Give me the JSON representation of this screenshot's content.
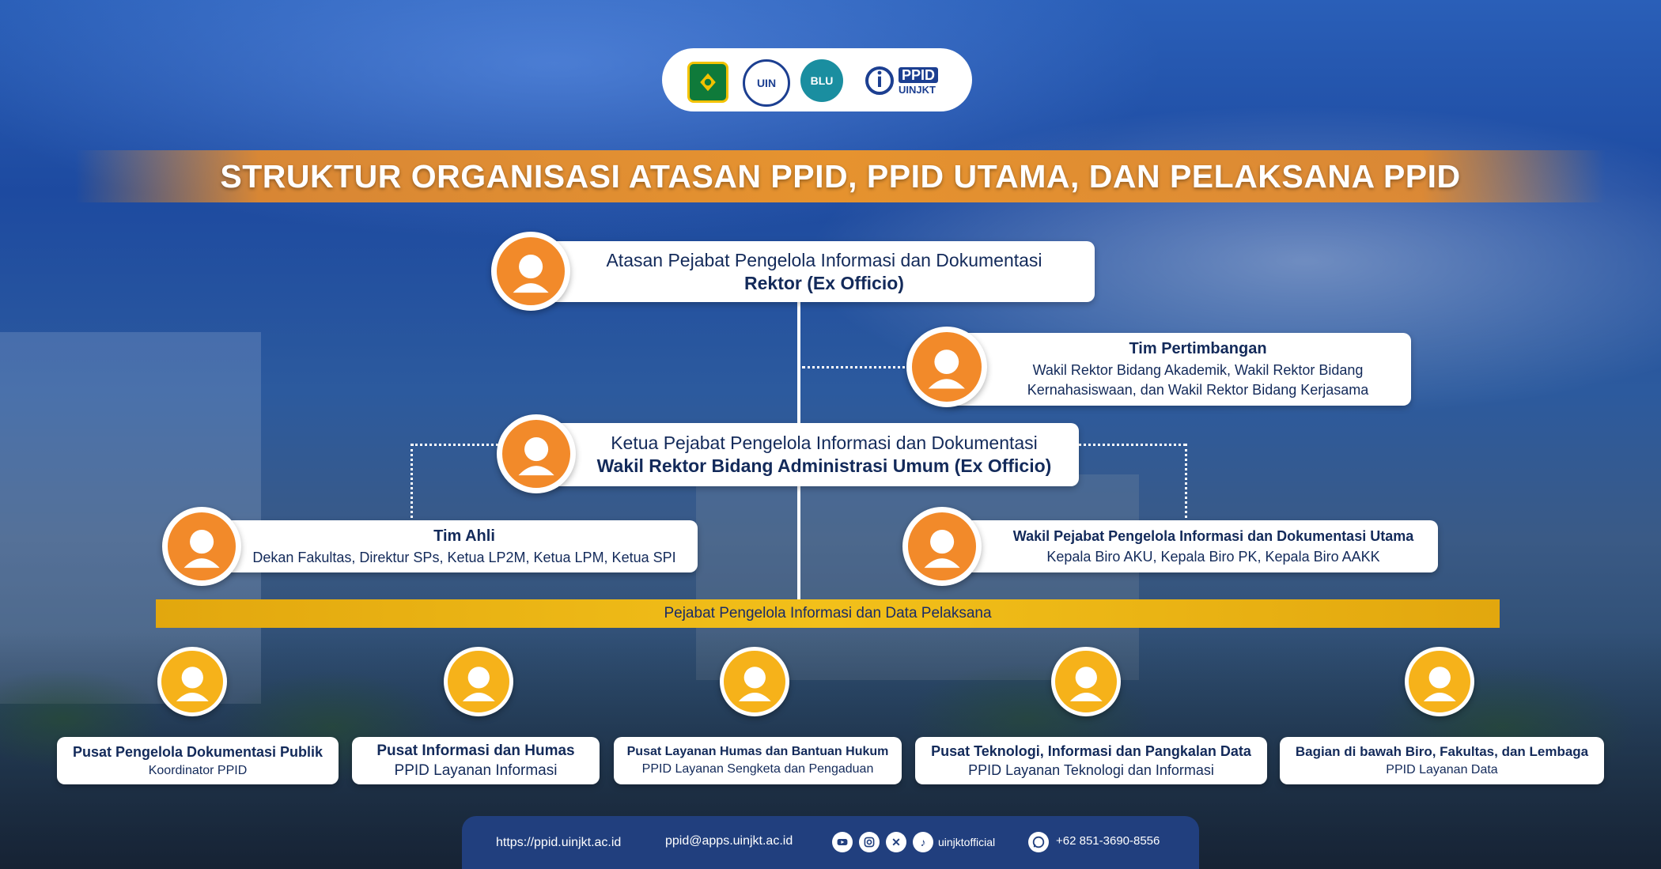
{
  "header": {
    "logos": [
      {
        "name": "kemenag-logo",
        "text": ""
      },
      {
        "name": "uin-logo",
        "text": "UIN"
      },
      {
        "name": "blu-logo",
        "text": "BLU"
      },
      {
        "name": "ppid-logo",
        "text": "PPID",
        "subtext": "UINJKT"
      }
    ],
    "title": "STRUKTUR ORGANISASI ATASAN PPID, PPID UTAMA, DAN PELAKSANA PPID"
  },
  "nodes": {
    "atasan": {
      "line1": "Atasan Pejabat Pengelola Informasi dan Dokumentasi",
      "line2": "Rektor (Ex Officio)"
    },
    "tim_pertimbangan": {
      "title": "Tim Pertimbangan",
      "line1": "Wakil Rektor Bidang Akademik, Wakil Rektor Bidang",
      "line2": "Kernahasiswaan, dan Wakil Rektor Bidang Kerjasama"
    },
    "ketua": {
      "line1": "Ketua Pejabat Pengelola Informasi dan Dokumentasi",
      "line2": "Wakil Rektor Bidang Administrasi Umum (Ex Officio)"
    },
    "tim_ahli": {
      "title": "Tim Ahli",
      "line1": "Dekan Fakultas, Direktur SPs, Ketua LP2M, Ketua LPM, Ketua SPI"
    },
    "wakil": {
      "title": "Wakil Pejabat Pengelola Informasi dan Dokumentasi Utama",
      "line1": "Kepala Biro AKU, Kepala Biro PK, Kepala Biro AAKK"
    }
  },
  "pelaksana_band": "Pejabat Pengelola Informasi dan Data Pelaksana",
  "pelaksana": [
    {
      "title": "Pusat Pengelola Dokumentasi Publik",
      "role": "Koordinator PPID"
    },
    {
      "title": "Pusat Informasi dan Humas",
      "role": "PPID Layanan Informasi"
    },
    {
      "title": "Pusat Layanan Humas dan Bantuan Hukum",
      "role": "PPID Layanan Sengketa dan Pengaduan"
    },
    {
      "title": "Pusat Teknologi, Informasi dan Pangkalan Data",
      "role": "PPID Layanan Teknologi dan Informasi"
    },
    {
      "title": "Bagian di bawah Biro, Fakultas, dan Lembaga",
      "role": "PPID Layanan Data"
    }
  ],
  "footer": {
    "website": "https://ppid.uinjkt.ac.id",
    "email": "ppid@apps.uinjkt.ac.id",
    "social_icons": [
      "youtube-icon",
      "instagram-icon",
      "x-icon",
      "tiktok-icon"
    ],
    "social_handle": "uinjktofficial",
    "whatsapp_icon": "whatsapp-icon",
    "phone": "+62 851-3690-8556"
  },
  "colors": {
    "accent_orange": "#f28a2a",
    "accent_yellow": "#f6b21a",
    "navy": "#132a5a",
    "footer": "#213f7e"
  }
}
